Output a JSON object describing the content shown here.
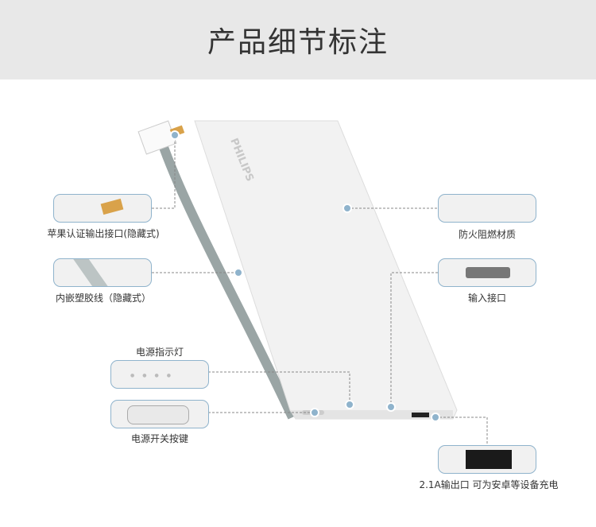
{
  "title": "产品细节标注",
  "brand": "PHILIPS",
  "callouts": {
    "lightning": "苹果认证输出接口(隐藏式)",
    "cable": "内嵌塑胶线（隐藏式）",
    "indicator": "电源指示灯",
    "power_button": "电源开关按键",
    "material": "防火阻燃材质",
    "input": "输入接口",
    "output": "2.1A输出口 可为安卓等设备充电"
  },
  "colors": {
    "accent": "#8fb3cc",
    "header_bg": "#e8e8e8"
  }
}
